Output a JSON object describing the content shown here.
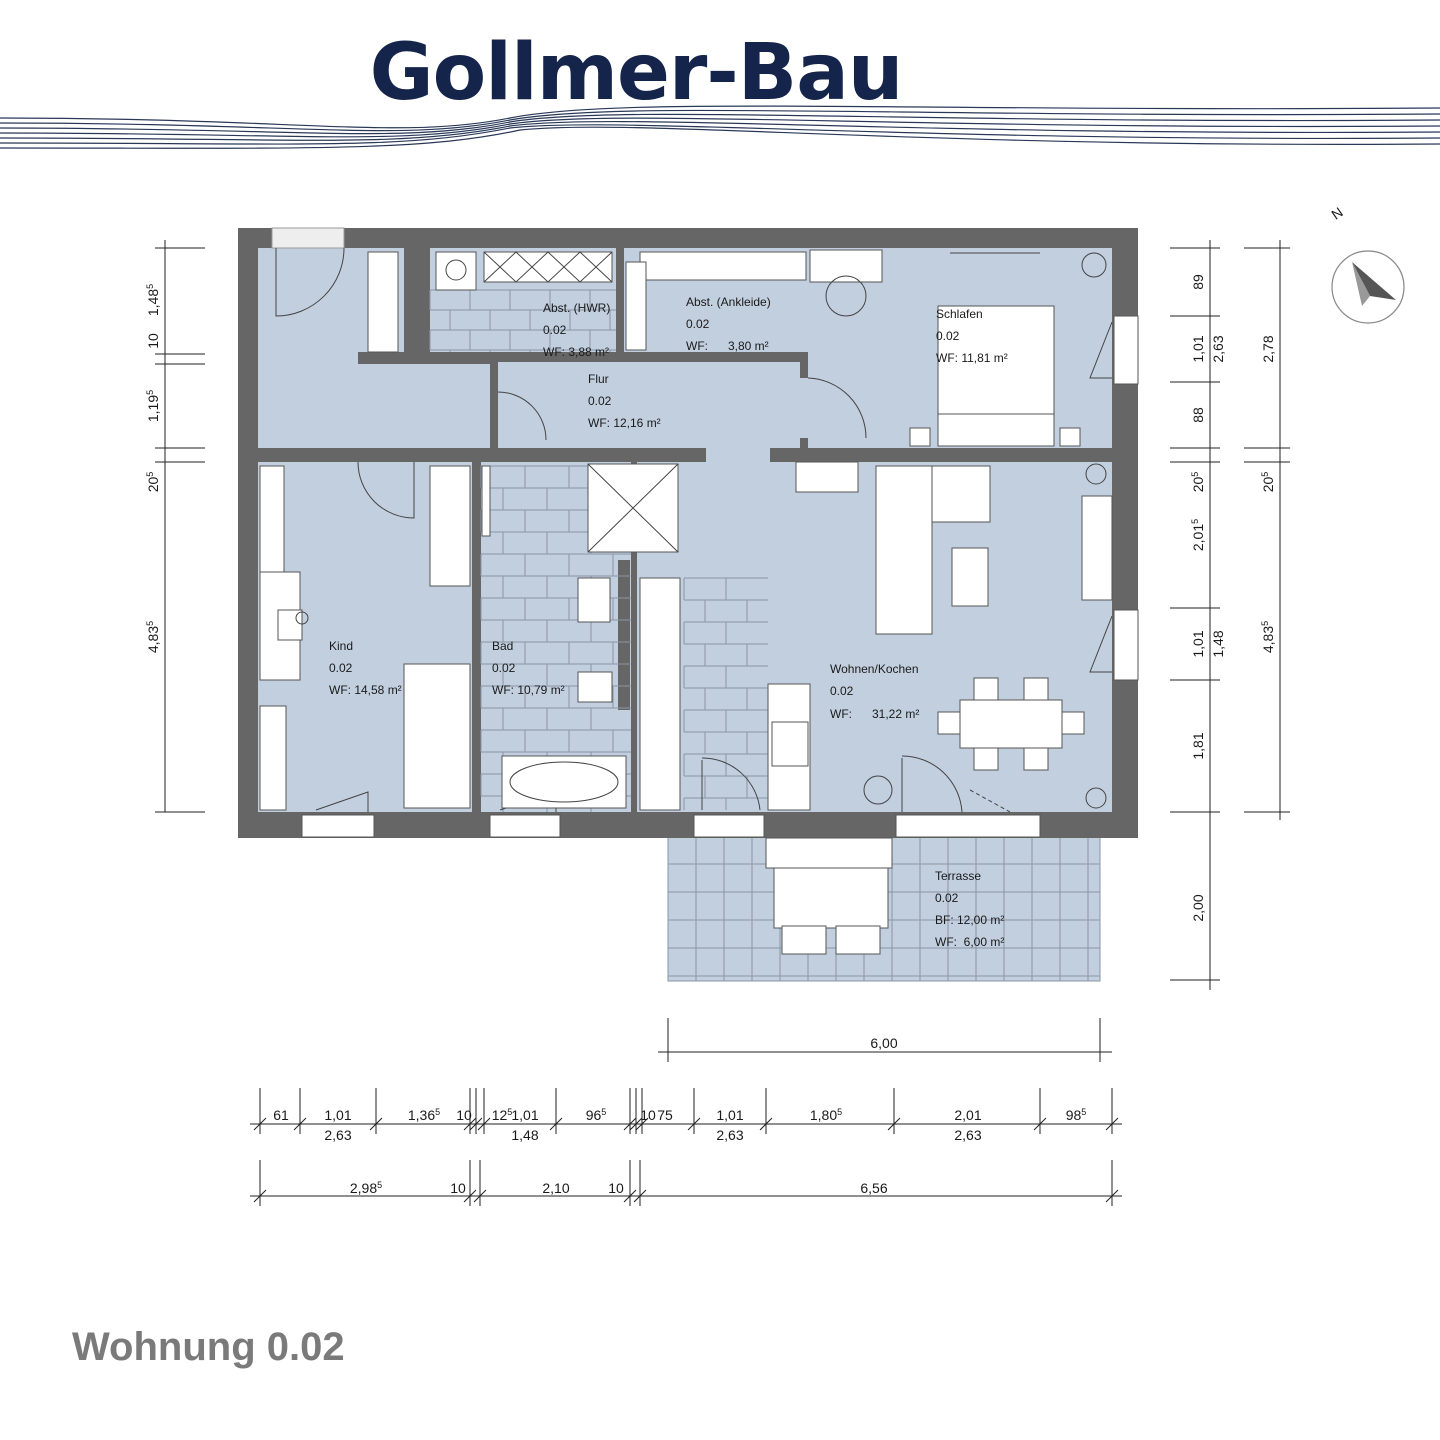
{
  "header": {
    "brand": "Gollmer-Bau"
  },
  "footer": {
    "apartment_title": "Wohnung 0.02"
  },
  "compass": {
    "label": "N",
    "icon": "north-arrow-icon"
  },
  "colors": {
    "brand": "#14244a",
    "room_fill": "#c2cfdf",
    "wall": "#666666",
    "footer_text": "#7a7a7a"
  },
  "rooms": {
    "abst_hwr": {
      "name": "Abst. (HWR)",
      "number": "0.02",
      "area_label": "WF: 3,88 m²"
    },
    "abst_ankleide": {
      "name": "Abst. (Ankleide)",
      "number": "0.02",
      "area_label": "WF:      3,80 m²"
    },
    "schlafen": {
      "name": "Schlafen",
      "number": "0.02",
      "area_label": "WF: 11,81 m²"
    },
    "flur": {
      "name": "Flur",
      "number": "0.02",
      "area_label": "WF: 12,16 m²"
    },
    "kind": {
      "name": "Kind",
      "number": "0.02",
      "area_label": "WF: 14,58 m²"
    },
    "bad": {
      "name": "Bad",
      "number": "0.02",
      "area_label": "WF: 10,79 m²"
    },
    "wohnen": {
      "name": "Wohnen/Kochen",
      "number": "0.02",
      "area_label": "WF:      31,22 m²"
    },
    "terrasse": {
      "name": "Terrasse",
      "number": "0.02",
      "area_label": "BF: 12,00 m²",
      "area_label_2": "WF:  6,00 m²"
    }
  },
  "dimensions": {
    "left": [
      {
        "main": "1,48",
        "sup": "5"
      },
      {
        "main": "10",
        "sup": ""
      },
      {
        "main": "1,19",
        "sup": "5"
      },
      {
        "main": "20",
        "sup": "5"
      },
      {
        "main": "4,83",
        "sup": "5"
      }
    ],
    "right_inner": [
      "89",
      "1,01",
      "88",
      "2,01",
      "1,01",
      "1,81",
      "2,00"
    ],
    "right_inner_sup": {
      "r205a": "20",
      "r205a_sup": "5",
      "r2015": "2,01",
      "r2015_sup": "5"
    },
    "right_mid": [
      "2,63",
      "1,48"
    ],
    "right_outer": [
      {
        "main": "2,78",
        "sup": ""
      },
      {
        "main": "20",
        "sup": "5"
      },
      {
        "main": "4,83",
        "sup": "5"
      }
    ],
    "terrace_width": "6,00",
    "bottom_row1": [
      {
        "main": "61",
        "sup": "",
        "sub": ""
      },
      {
        "main": "1,01",
        "sup": "",
        "sub": "2,63"
      },
      {
        "main": "1,36",
        "sup": "5",
        "sub": ""
      },
      {
        "main": "10",
        "sup": "",
        "sub": ""
      },
      {
        "main": "12",
        "sup": "5",
        "sub": ""
      },
      {
        "main": "1,01",
        "sup": "",
        "sub": "1,48"
      },
      {
        "main": "96",
        "sup": "5",
        "sub": ""
      },
      {
        "main": "10",
        "sup": "",
        "sub": ""
      },
      {
        "main": "75",
        "sup": "",
        "sub": ""
      },
      {
        "main": "1,01",
        "sup": "",
        "sub": "2,63"
      },
      {
        "main": "1,80",
        "sup": "5",
        "sub": ""
      },
      {
        "main": "2,01",
        "sup": "",
        "sub": "2,63"
      },
      {
        "main": "98",
        "sup": "5",
        "sub": ""
      }
    ],
    "bottom_row2": [
      {
        "main": "2,98",
        "sup": "5"
      },
      {
        "main": "10",
        "sup": ""
      },
      {
        "main": "2,10",
        "sup": ""
      },
      {
        "main": "10",
        "sup": ""
      },
      {
        "main": "6,56",
        "sup": ""
      }
    ]
  }
}
